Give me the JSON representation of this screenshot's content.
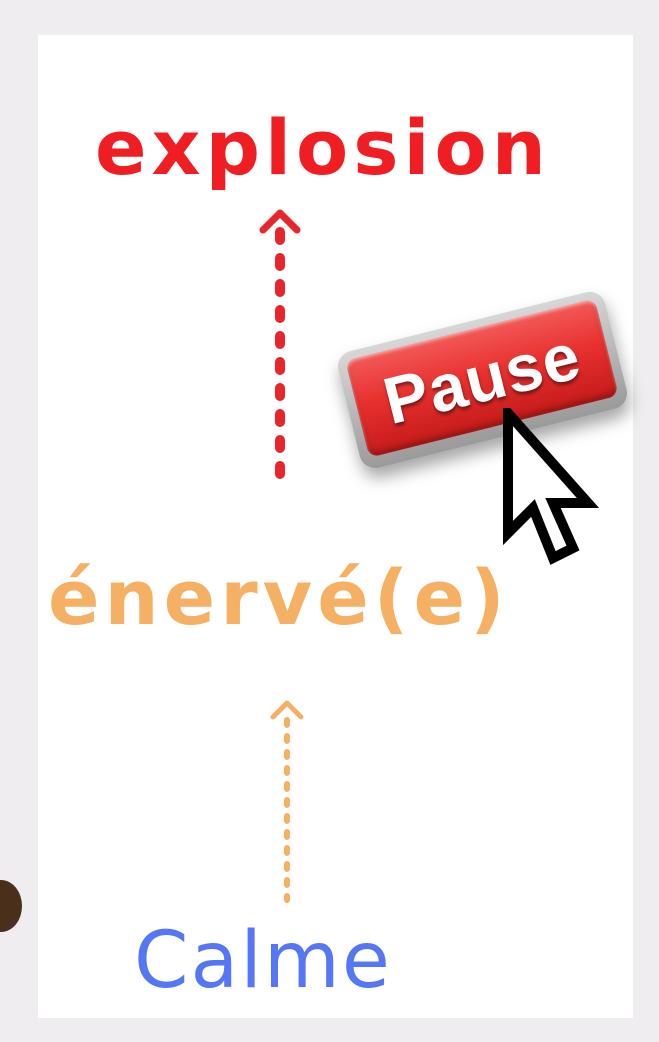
{
  "diagram": {
    "top_word": "explosion",
    "middle_word": "énervé(e)",
    "bottom_word": "Calme"
  },
  "pause_button": {
    "label": "Pause"
  },
  "colors": {
    "page_background": "#efedef",
    "card_background": "#ffffff",
    "top_word": "#f01e22",
    "middle_word": "#f5b064",
    "bottom_word": "#5577f5",
    "arrow_top": "#e8252b",
    "arrow_bottom": "#f5b064",
    "pause_red": "#e8312f"
  },
  "icons": {
    "arrow_top": "dotted-up-arrow-icon",
    "arrow_bottom": "dotted-up-arrow-icon",
    "cursor": "pixel-arrow-cursor-icon"
  }
}
